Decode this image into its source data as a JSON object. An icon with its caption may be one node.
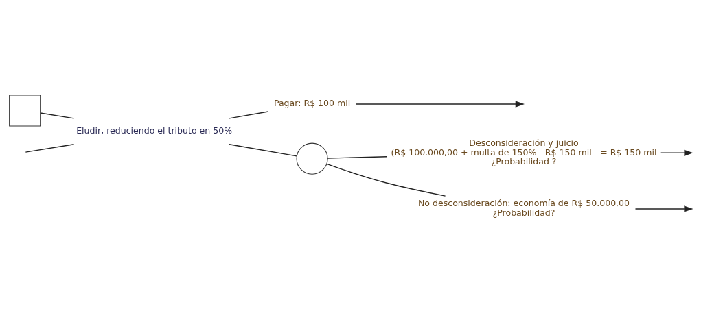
{
  "diagram": {
    "nodes": [
      {
        "text": [],
        "shape": "box"
      },
      {
        "text": [
          "Eludir, reduciendo el tributo en 50%"
        ]
      },
      {
        "text": [
          "Pagar: R$ 100 mil"
        ]
      },
      {
        "text": [],
        "shape": "circle"
      },
      {
        "text": [
          "Desconsideración y juicio",
          "(R$ 100.000,00 + multa de 150% - R$ 150 mil - = R$ 150 mil",
          "¿Probabilidad ?"
        ]
      },
      {
        "text": [
          "No desconsideración: economía de R$ 50.000,00",
          "¿Probabilidad?"
        ]
      }
    ],
    "edges": [
      {
        "from": null,
        "to": 1,
        "arrow": "none"
      },
      {
        "from": 0,
        "to": 1,
        "arrow": "none"
      },
      {
        "from": 1,
        "to": 2,
        "arrow": "none"
      },
      {
        "from": 2,
        "to": null,
        "arrow": "to"
      },
      {
        "from": 1,
        "to": 3,
        "arrow": "none"
      },
      {
        "from": 3,
        "to": 4,
        "arrow": "none"
      },
      {
        "from": 4,
        "to": null,
        "arrow": "to"
      },
      {
        "from": 3,
        "to": 5,
        "arrow": "none"
      },
      {
        "from": 5,
        "to": null,
        "arrow": "to"
      }
    ]
  }
}
